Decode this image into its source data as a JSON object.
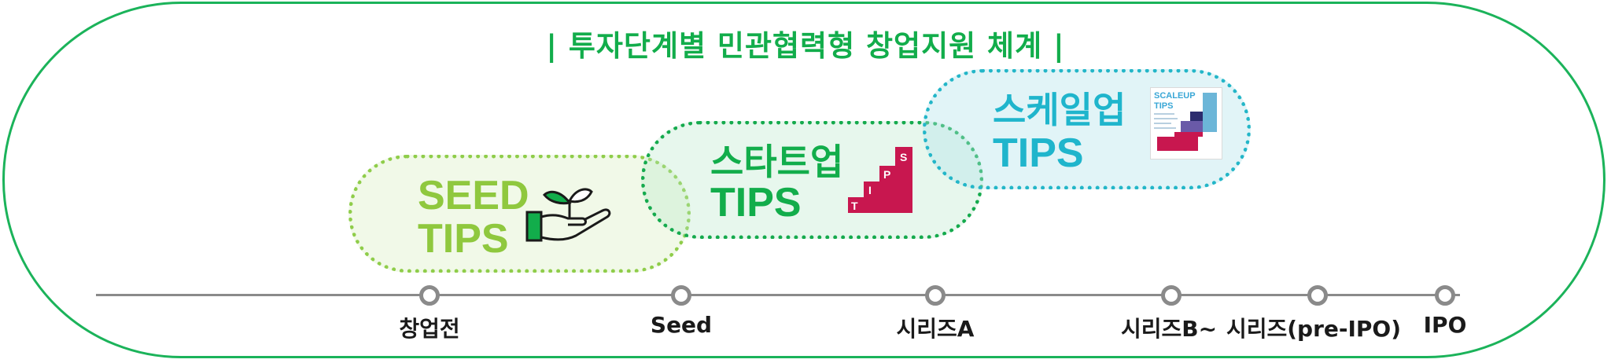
{
  "title": {
    "text": "투자단계별 민관협력형 창업지원 체계",
    "left_bar": "|",
    "right_bar": "|",
    "color": "#12ad4b"
  },
  "programs": {
    "seed": {
      "line1": "SEED",
      "line2": "TIPS",
      "color": "#8fc83e",
      "icon": "hand-with-sprout-icon"
    },
    "startup": {
      "line1": "스타트업",
      "line2": "TIPS",
      "color": "#12ad4b",
      "icon": "tips-stairs-icon",
      "stair_letters": [
        "T",
        "I",
        "P",
        "S"
      ]
    },
    "scaleup": {
      "line1": "스케일업",
      "line2": "TIPS",
      "color": "#1fb5cc",
      "icon": "scaleup-tips-logo",
      "logo_line1": "SCALEUP",
      "logo_line2": "TIPS"
    }
  },
  "timeline": {
    "stages": [
      "창업전",
      "Seed",
      "시리즈A",
      "시리즈B~",
      "시리즈(pre-IPO)",
      "IPO"
    ]
  },
  "colors": {
    "frame": "#1bb35a",
    "timeline": "#8a8a8a",
    "stairs": "#c8174f"
  }
}
